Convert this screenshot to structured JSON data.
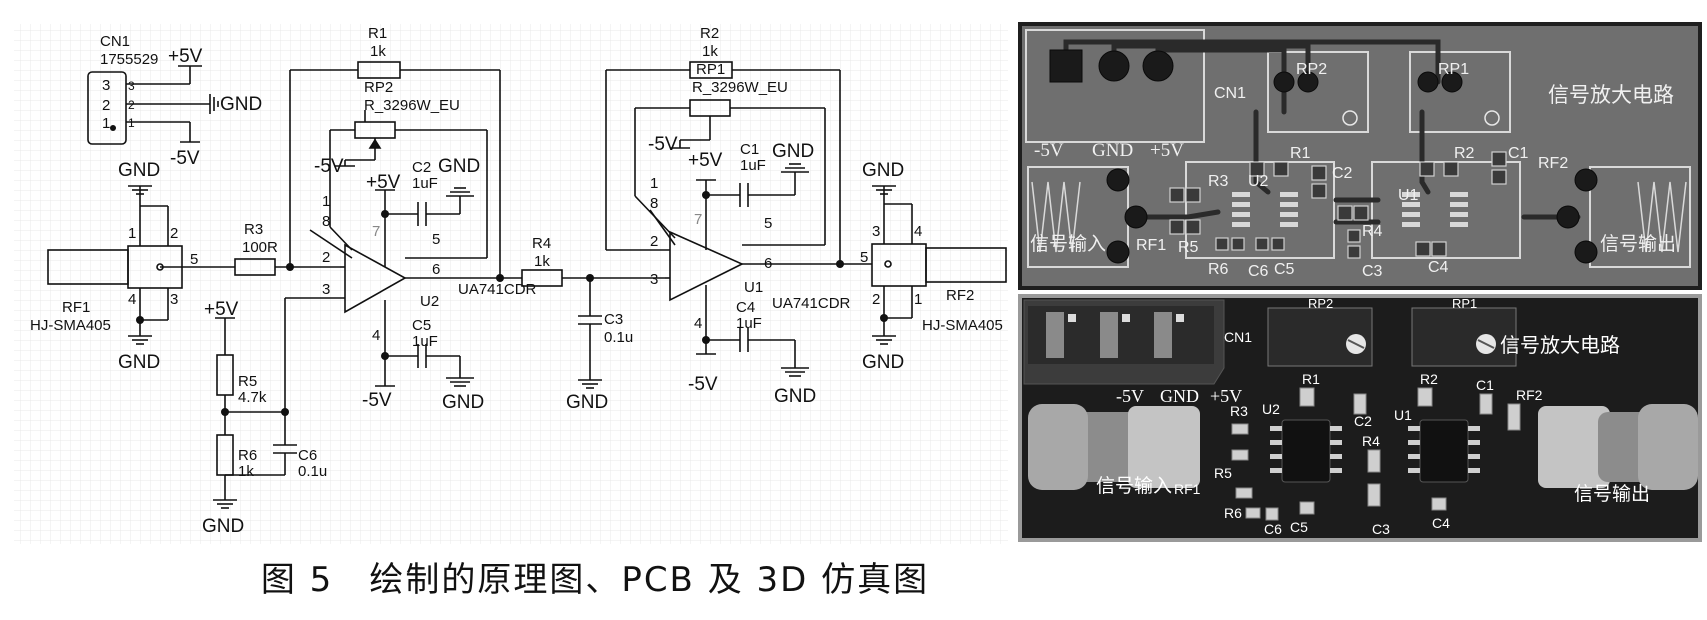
{
  "schematic": {
    "cn1": {
      "ref": "CN1",
      "value": "1755529",
      "pins": [
        "3",
        "2",
        "1",
        "1"
      ],
      "vplus": "+5V",
      "gnd": "GND",
      "vminus": "-5V"
    },
    "rf1": {
      "ref": "RF1",
      "value": "HJ-SMA405",
      "pins": [
        "1",
        "2",
        "5",
        "4",
        "3"
      ]
    },
    "rf2": {
      "ref": "RF2",
      "value": "HJ-SMA405",
      "pins": [
        "3",
        "4",
        "5",
        "2",
        "1"
      ]
    },
    "r3": {
      "ref": "R3",
      "value": "100R"
    },
    "r4": {
      "ref": "R4",
      "value": "1k"
    },
    "r5": {
      "ref": "R5",
      "value": "4.7k"
    },
    "r6": {
      "ref": "R6",
      "value": "1k"
    },
    "r1": {
      "ref": "R1",
      "value": "1k"
    },
    "r2": {
      "ref": "R2",
      "value": "1k"
    },
    "rp2": {
      "ref": "RP2",
      "value": "R_3296W_EU"
    },
    "rp1": {
      "ref": "RP1",
      "value": "R_3296W_EU"
    },
    "c2": {
      "ref": "C2",
      "value": "1uF"
    },
    "c5": {
      "ref": "C5",
      "value": "1uF"
    },
    "c1": {
      "ref": "C1",
      "value": "1uF"
    },
    "c4": {
      "ref": "C4",
      "value": "1uF"
    },
    "c3": {
      "ref": "C3",
      "value": "0.1u"
    },
    "c6": {
      "ref": "C6",
      "value": "0.1u"
    },
    "u2": {
      "ref": "U2",
      "value": "UA741CDR",
      "pins": [
        "1",
        "8",
        "2",
        "3",
        "7",
        "6",
        "5",
        "4"
      ]
    },
    "u1": {
      "ref": "U1",
      "value": "UA741CDR",
      "pins": [
        "1",
        "8",
        "2",
        "3",
        "7",
        "6",
        "5",
        "4"
      ]
    },
    "rails": {
      "vplus": "+5V",
      "vminus": "-5V",
      "gnd": "GND"
    }
  },
  "pcb": {
    "labels": [
      "CN1",
      "RP2",
      "RP1",
      "信号放大电路",
      "-5V",
      "GND",
      "+5V",
      "R1",
      "R2",
      "C1",
      "C2",
      "U2",
      "U1",
      "R3",
      "RF2",
      "RF1",
      "R5",
      "R4",
      "R6",
      "C6",
      "C5",
      "C3",
      "C4",
      "信号输入",
      "信号输出"
    ]
  },
  "sim3d": {
    "labels": [
      "CN1",
      "RP2",
      "RP1",
      "信号放大电路",
      "-5V",
      "GND",
      "+5V",
      "R1",
      "R2",
      "C1",
      "C2",
      "R3",
      "U2",
      "U1",
      "R4",
      "RF2",
      "R5",
      "RF1",
      "R6",
      "C6",
      "C5",
      "C3",
      "C4",
      "信号输入",
      "信号输出"
    ]
  },
  "caption": "图 5　绘制的原理图、PCB 及 3D 仿真图",
  "colors": {
    "pcb_bg": "#6b6b6b",
    "pcb_dark": "#2a2a2a",
    "sim_bg": "#1e1e1e",
    "grid": "#e3e3e3"
  }
}
